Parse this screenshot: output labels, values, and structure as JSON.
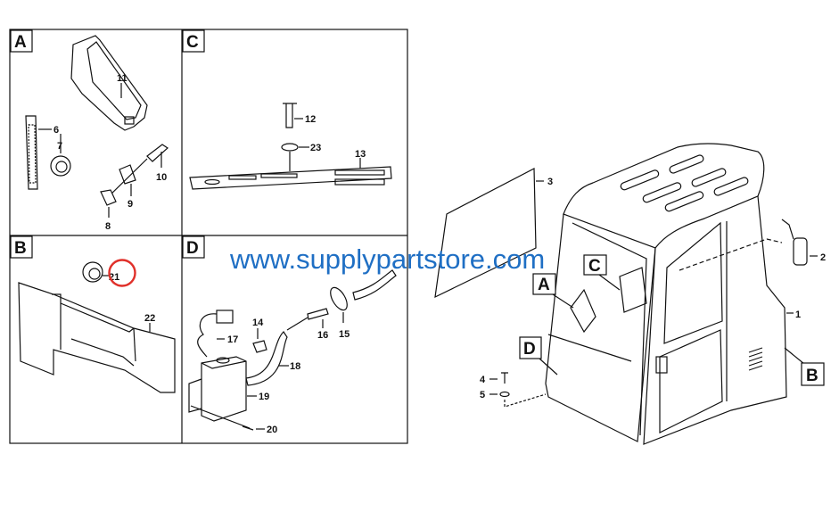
{
  "diagram": {
    "panels": [
      {
        "label": "A",
        "callouts": [
          "11",
          "6",
          "7",
          "10",
          "9",
          "8"
        ]
      },
      {
        "label": "C",
        "callouts": [
          "12",
          "23",
          "13"
        ]
      },
      {
        "label": "B",
        "callouts": [
          "21",
          "22"
        ],
        "highlighted": "21"
      },
      {
        "label": "D",
        "callouts": [
          "14",
          "17",
          "16",
          "15",
          "18",
          "19",
          "20"
        ]
      }
    ],
    "main_view": {
      "callouts": [
        "3",
        "2",
        "1",
        "4",
        "5"
      ],
      "section_labels": [
        "A",
        "C",
        "D",
        "B"
      ]
    },
    "watermark": "www.supplypartstore.com",
    "colors": {
      "watermark": "#1f6fc4",
      "highlight": "#e0302a",
      "line": "#111111"
    }
  }
}
